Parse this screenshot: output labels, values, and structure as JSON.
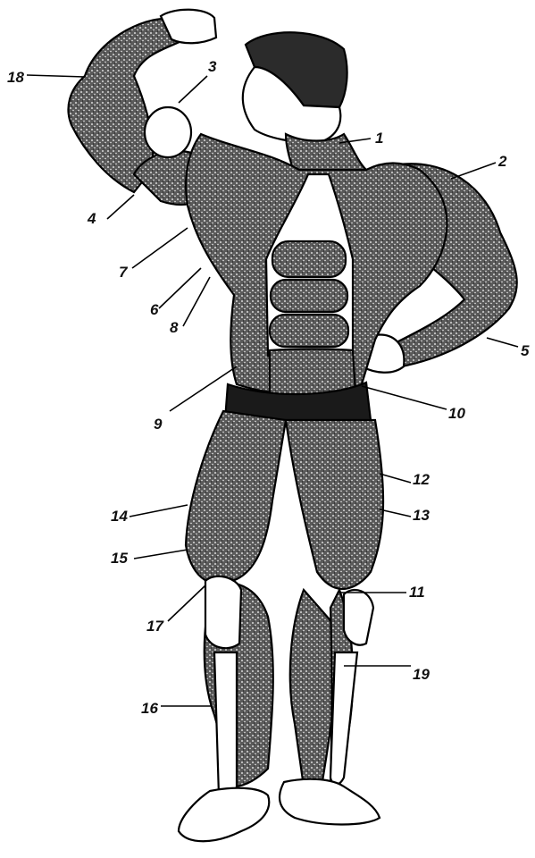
{
  "figure": {
    "labels": [
      "1",
      "2",
      "3",
      "4",
      "5",
      "6",
      "7",
      "8",
      "9",
      "10",
      "11",
      "12",
      "13",
      "14",
      "15",
      "16",
      "17",
      "18",
      "19"
    ]
  }
}
